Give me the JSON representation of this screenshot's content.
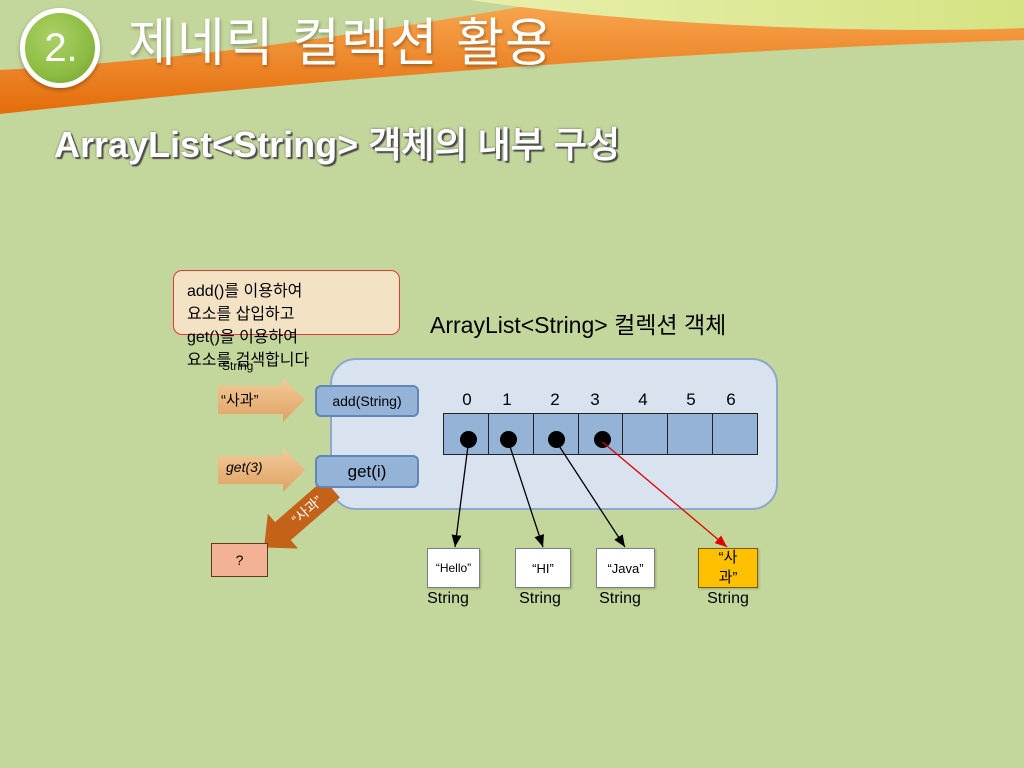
{
  "slide": {
    "section_number": "2.",
    "title": "제네릭 컬렉션 활용",
    "subtitle": "ArrayList<String> 객체의 내부 구성"
  },
  "callout": {
    "lines": [
      "add()를 이용하여",
      "요소를 삽입하고",
      "get()을 이용하여",
      "요소를 검색합니다"
    ]
  },
  "collection": {
    "label": "ArrayList<String> 컬렉션 객체",
    "methods": {
      "add": "add(String)",
      "get": "get(i)"
    },
    "indices": [
      "0",
      "1",
      "2",
      "3",
      "4",
      "5",
      "6"
    ]
  },
  "add_call": {
    "argument": "“사과”",
    "argument_type": "String"
  },
  "get_call": {
    "argument": "get(3)",
    "return_value": "“사과”",
    "result": "?"
  },
  "elements": [
    {
      "value": "“Hello”",
      "type": "String"
    },
    {
      "value": "“HI”",
      "type": "String"
    },
    {
      "value": "“Java”",
      "type": "String"
    },
    {
      "value": "“사과”",
      "type": "String"
    }
  ],
  "colors": {
    "background": "#c3d69b",
    "badge_fill": "#8cbc42",
    "swoosh_orange": "#e46c0a",
    "swoosh_lime": "#d5e383",
    "callout_fill": "#f3e2c4",
    "callout_border": "#e03a3a",
    "collection_fill": "#d8e3ef",
    "collection_border": "#8ea8c9",
    "method_fill": "#95b3d7",
    "slot_fill": "#95b3d7",
    "input_arrow": "#dea264",
    "return_arrow": "#c4621a",
    "result_fill": "#f3b295",
    "highlight_fill": "#ffc000",
    "reference_arrow": "#000000",
    "new_reference_arrow": "#e00000"
  }
}
